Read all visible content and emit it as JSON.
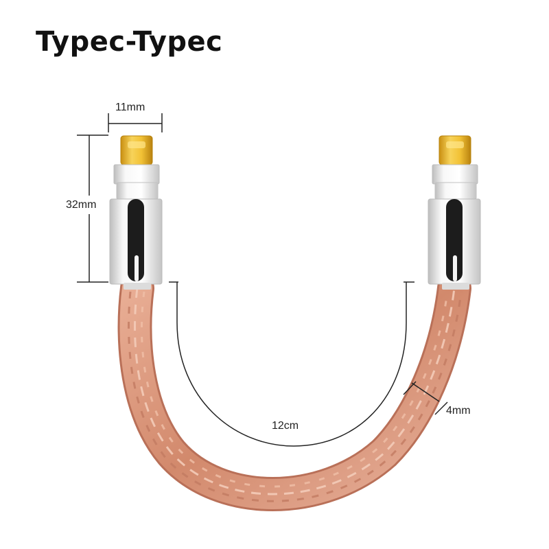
{
  "title": "Typec-Typec",
  "dimensions": {
    "connector_width": "11mm",
    "connector_length": "32mm",
    "cable_length": "12cm",
    "cable_diameter": "4mm"
  },
  "colors": {
    "plug_gold": "#e8b52a",
    "housing_silver": "#e9e9e9",
    "stripe": "#1c1c1c",
    "copper": "#d99a80",
    "copper_dark": "#b97058",
    "copper_light": "#f1c6b2"
  }
}
